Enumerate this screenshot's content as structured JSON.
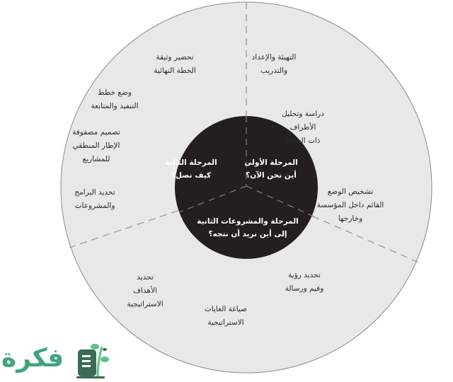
{
  "colors": {
    "outer_fill": "#e8e8e8",
    "inner_fill": "#231f20",
    "dash": "#999999",
    "logo_green": "#3fa67a",
    "logo_dark": "#3b6b55"
  },
  "phases": [
    {
      "title": "المرحلة الأولى",
      "subtitle": "أين نحن الآن؟"
    },
    {
      "title": "المرحلة والمشروعات الثانية",
      "subtitle": "إلى أين نريد أن نتجه؟"
    },
    {
      "title": "المرحلة الثالثة",
      "subtitle": "كيف نصل؟"
    }
  ],
  "steps": [
    "التهيئة والإعداد\nوالتدريب",
    "دراسة وتحليل\nالأطراف\nذات العلاقة",
    "تشخيص الوضع\nالقائم داخل المؤسسة\nوخارجها",
    "تحديد رؤية\nوقيم ورسالة",
    "صياغة الغايات\nالاستراتيجية",
    "تحديد\nالأهداف\nالاستراتيجية",
    "تحديد البرامج\nوالمشروعات",
    "تصميم مصفوفة\nالإطار المنطقي\nللمشاريع",
    "وضع خطط\nالتنفيذ والمتابعة",
    "تحضير وثيقة\nالخطة النهائية"
  ],
  "logo": {
    "text": "فكرة",
    "icon": "book-leaf-icon"
  }
}
